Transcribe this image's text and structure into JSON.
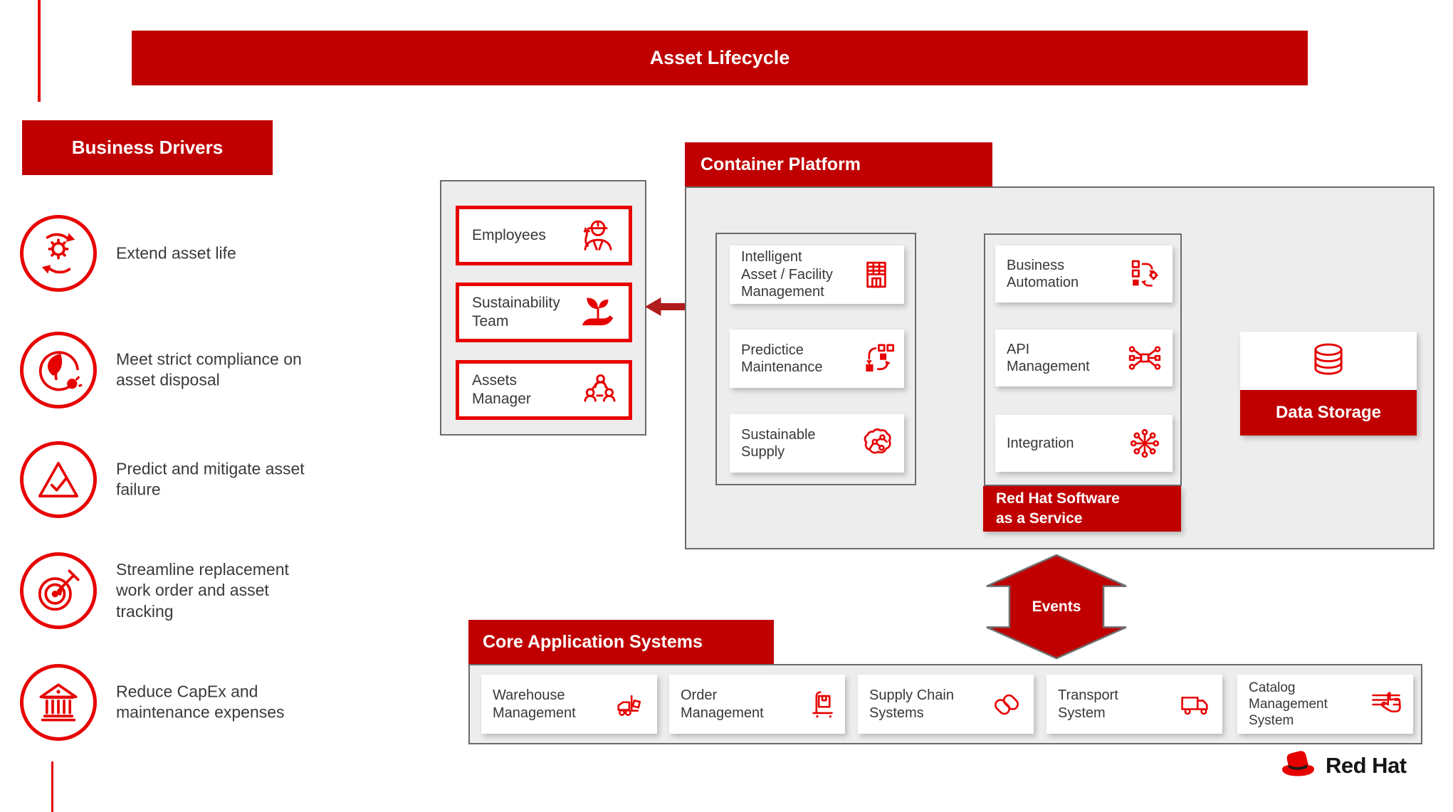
{
  "banner": {
    "title": "Asset Lifecycle"
  },
  "colors": {
    "banner_red": "#c00000",
    "icon_red": "#e60000",
    "card_border_red": "#e80000",
    "arrow_red": "#b01c1c",
    "panel_gray": "#ededed",
    "border_gray": "#6b6b6b",
    "text_dark": "#3a3a3a"
  },
  "business_drivers": {
    "title": "Business Drivers",
    "items": [
      {
        "label": "Extend asset life",
        "icon": "recycle-gear-icon"
      },
      {
        "label": "Meet strict compliance on\nasset disposal",
        "icon": "leaf-plug-icon"
      },
      {
        "label": "Predict and mitigate asset\nfailure",
        "icon": "triangle-check-icon"
      },
      {
        "label": "Streamline replacement\nwork order and asset\ntracking",
        "icon": "target-arrow-icon"
      },
      {
        "label": "Reduce CapEx and\nmaintenance expenses",
        "icon": "bank-icon"
      }
    ]
  },
  "stakeholders": {
    "items": [
      {
        "label": "Employees",
        "icon": "worker-icon"
      },
      {
        "label": "Sustainability\nTeam",
        "icon": "plant-hand-icon"
      },
      {
        "label": "Assets\nManager",
        "icon": "team-icon"
      }
    ]
  },
  "container_platform": {
    "title": "Container Platform",
    "left_modules": [
      {
        "label": "Intelligent\nAsset / Facility\nManagement",
        "icon": "building-icon"
      },
      {
        "label": "Predictice\nMaintenance",
        "icon": "process-flow-icon"
      },
      {
        "label": "Sustainable\nSupply",
        "icon": "brain-icon"
      }
    ],
    "right_modules": [
      {
        "label": "Business\nAutomation",
        "icon": "automation-icon"
      },
      {
        "label": "API\nManagement",
        "icon": "api-icon"
      },
      {
        "label": "Integration",
        "icon": "integration-icon"
      }
    ],
    "saas_label": "Red Hat Software\nas a Service"
  },
  "data_storage": {
    "label": "Data Storage",
    "icon": "database-icon"
  },
  "events_arrow": {
    "label": "Events"
  },
  "core_systems": {
    "title": "Core Application Systems",
    "items": [
      {
        "label": "Warehouse\nManagement",
        "icon": "forklift-icon"
      },
      {
        "label": "Order\nManagement",
        "icon": "cart-icon"
      },
      {
        "label": "Supply Chain\nSystems",
        "icon": "chain-icon"
      },
      {
        "label": "Transport\nSystem",
        "icon": "truck-icon"
      },
      {
        "label": "Catalog\nManagement\nSystem",
        "icon": "catalog-click-icon"
      }
    ]
  },
  "logo": {
    "brand": "Red Hat",
    "icon": "redhat-fedora-icon"
  }
}
